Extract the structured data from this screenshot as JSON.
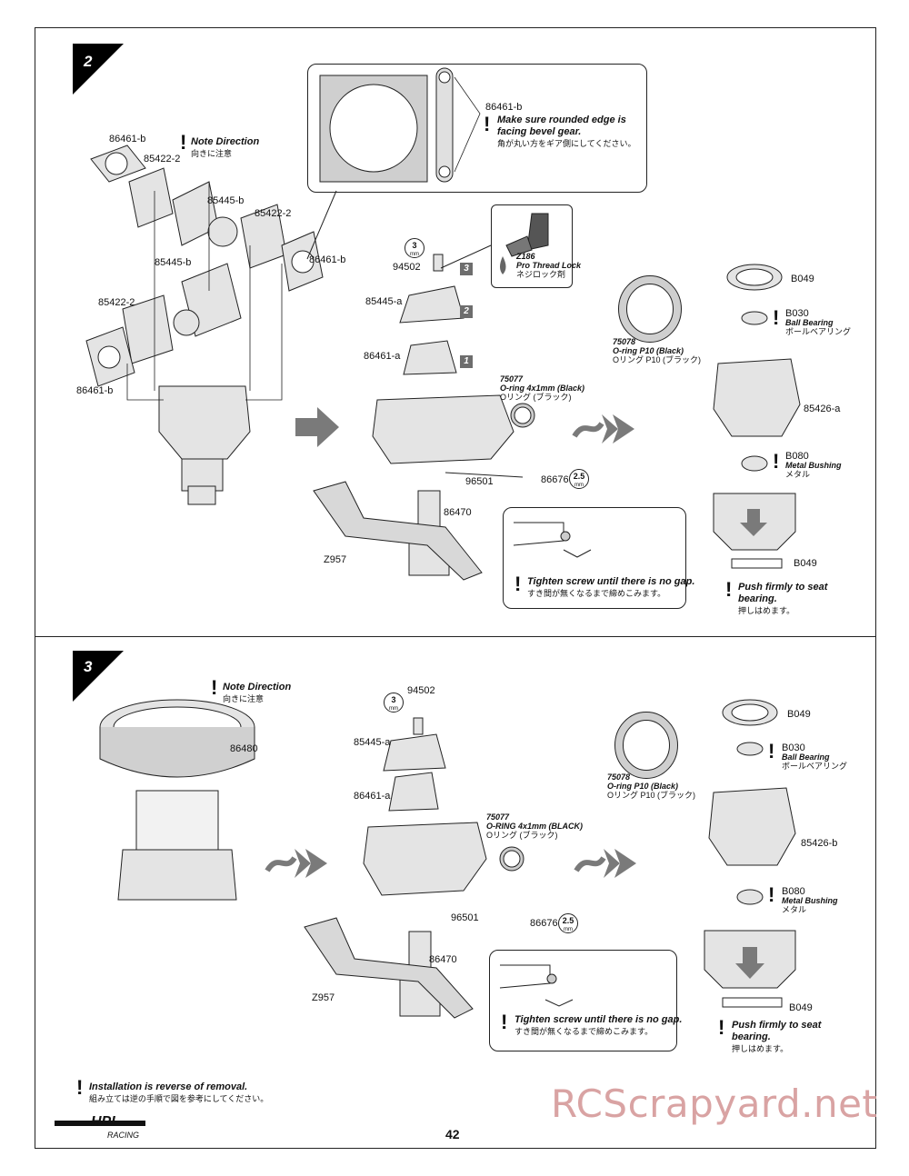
{
  "page_number": "42",
  "watermark": "RCScrapyard.net",
  "logo": {
    "brand": "HPI",
    "sub": "RACING"
  },
  "footer_note": {
    "en": "Installation is reverse of removal.",
    "jp": "組み立ては逆の手順で図を参考にしてください。"
  },
  "step2": {
    "number": "2",
    "labels": {
      "l86461b_a": "86461-b",
      "l85422_a": "85422-2",
      "l85445b_a": "85445-b",
      "l85422_b": "85422-2",
      "l86461b_b": "86461-b",
      "l85445b_b": "85445-b",
      "l85422_c": "85422-2",
      "l86461b_c": "86461-b",
      "l94502": "94502",
      "l85445a": "85445-a",
      "l86461a": "86461-a",
      "l96501": "96501",
      "l86676": "86676",
      "l86470": "86470",
      "lZ957": "Z957",
      "l86461b_d": "86461-b",
      "lB049_top": "B049",
      "lB030": "B030",
      "l85426a": "85426-a",
      "lB080": "B080",
      "lB049_bot": "B049"
    },
    "note_direction": {
      "en": "Note Direction",
      "jp": "向きに注意"
    },
    "rounded_edge": {
      "en1": "Make sure rounded edge is",
      "en2": "facing bevel gear.",
      "jp": "角が丸い方をギア側にしてください。"
    },
    "thread_lock": {
      "code": "Z186",
      "en": "Pro Thread Lock",
      "jp": "ネジロック剤"
    },
    "oring_small": {
      "code": "75077",
      "en": "O-ring 4x1mm (Black)",
      "jp": "Oリング (ブラック)"
    },
    "oring_p10": {
      "code": "75078",
      "en": "O-ring P10 (Black)",
      "jp": "Oリング P10 (ブラック)"
    },
    "ball_bearing": {
      "en": "Ball Bearing",
      "jp": "ボールベアリング"
    },
    "metal_bushing": {
      "en": "Metal Bushing",
      "jp": "メタル"
    },
    "tighten": {
      "en": "Tighten screw until there is no gap.",
      "jp": "すき間が無くなるまで締めこみます。"
    },
    "push": {
      "en1": "Push firmly to seat",
      "en2": "bearing.",
      "jp": "押しはめます。"
    },
    "tool_3": {
      "num": "3",
      "unit": "mm"
    },
    "tool_25": {
      "num": "2.5",
      "unit": "mm"
    },
    "order": [
      "1",
      "2",
      "3"
    ]
  },
  "step3": {
    "number": "3",
    "note_direction": {
      "en": "Note Direction",
      "jp": "向きに注意"
    },
    "labels": {
      "l86480": "86480",
      "l94502": "94502",
      "l85445a": "85445-a",
      "l86461a": "86461-a",
      "l96501": "96501",
      "l86676": "86676",
      "l86470": "86470",
      "lZ957": "Z957",
      "lB049_top": "B049",
      "lB030": "B030",
      "l85426b": "85426-b",
      "lB080": "B080",
      "lB049_bot": "B049"
    },
    "oring_small": {
      "code": "75077",
      "en": "O-RING 4x1mm (BLACK)",
      "jp": "Oリング (ブラック)"
    },
    "oring_p10": {
      "code": "75078",
      "en": "O-ring P10 (Black)",
      "jp": "Oリング P10 (ブラック)"
    },
    "ball_bearing": {
      "en": "Ball Bearing",
      "jp": "ボールベアリング"
    },
    "metal_bushing": {
      "en": "Metal Bushing",
      "jp": "メタル"
    },
    "tighten": {
      "en": "Tighten screw until there is no gap.",
      "jp": "すき間が無くなるまで締めこみます。"
    },
    "push": {
      "en1": "Push firmly to seat",
      "en2": "bearing.",
      "jp": "押しはめます。"
    },
    "tool_3": {
      "num": "3",
      "unit": "mm"
    },
    "tool_25": {
      "num": "2.5",
      "unit": "mm"
    }
  },
  "colors": {
    "part_grey": "#d9d9d9",
    "arrow_grey": "#7a7a7a",
    "line": "#222222",
    "watermark": "#d9a3a3"
  }
}
